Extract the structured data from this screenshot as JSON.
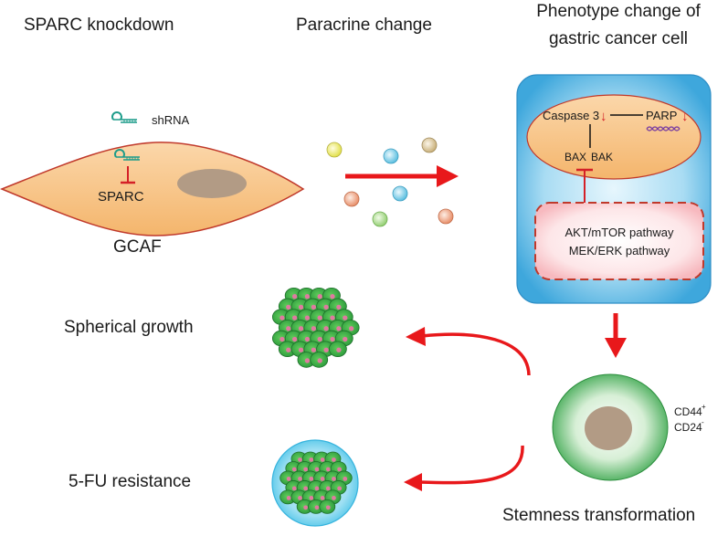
{
  "headings": {
    "sparc_knockdown": "SPARC knockdown",
    "paracrine_change": "Paracrine change",
    "phenotype_line1": "Phenotype change of",
    "phenotype_line2": "gastric cancer cell"
  },
  "gcaf": {
    "shrna": "shRNA",
    "sparc": "SPARC",
    "cell_label": "GCAF"
  },
  "apoptosis": {
    "caspase": "Caspase 3",
    "parp": "PARP",
    "down_arrow": "↓",
    "bax": "BAX",
    "bak": "BAK"
  },
  "pathways": {
    "akt": "AKT/mTOR pathway",
    "mek": "MEK/ERK pathway"
  },
  "stem": {
    "cd44": "CD44",
    "cd44_sup": "+",
    "cd24": "CD24",
    "cd24_sup": "-",
    "label": "Stemness transformation"
  },
  "outcomes": {
    "spherical": "Spherical growth",
    "resistance": "5-FU resistance"
  },
  "colors": {
    "arrow_red": "#e8181b",
    "inhibit_red": "#d42027",
    "cell_orange": "#f7c68d",
    "nucleus_brown": "#b29b85",
    "cancer_box_blue": "#4fb6e5",
    "stem_green": "#2ea84a",
    "shrna_teal": "#1c9c8a"
  }
}
